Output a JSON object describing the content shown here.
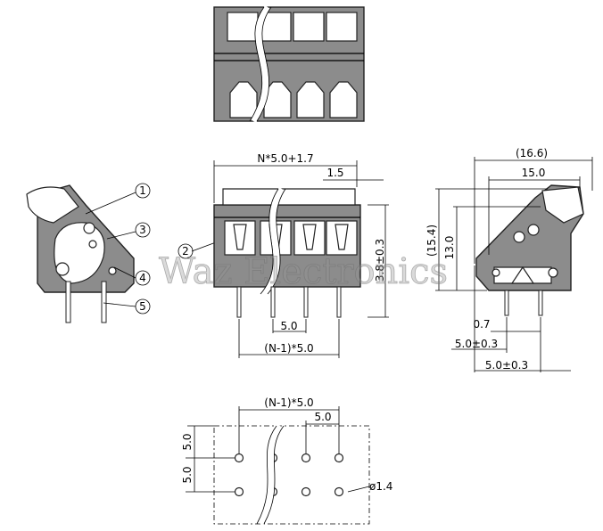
{
  "watermark": "Waz Electronics",
  "callouts": [
    "1",
    "2",
    "3",
    "4",
    "5"
  ],
  "front_view": {
    "dim_overall": "N*5.0+1.7",
    "dim_offset": "1.5",
    "dim_pitch": "5.0",
    "dim_span": "(N-1)*5.0",
    "dim_pin_length": "3.8±0.3"
  },
  "side_view": {
    "dim_total_width": "(16.6)",
    "dim_body_width": "15.0",
    "dim_total_height": "(15.4)",
    "dim_body_height": "13.0",
    "dim_pin_dia": "0.7",
    "dim_pin_offset_1": "5.0±0.3",
    "dim_pin_offset_2": "5.0±0.3"
  },
  "footprint": {
    "dim_span": "(N-1)*5.0",
    "dim_pitch": "5.0",
    "dim_row_1": "5.0",
    "dim_row_2": "5.0",
    "dim_hole": "ø1.4"
  }
}
